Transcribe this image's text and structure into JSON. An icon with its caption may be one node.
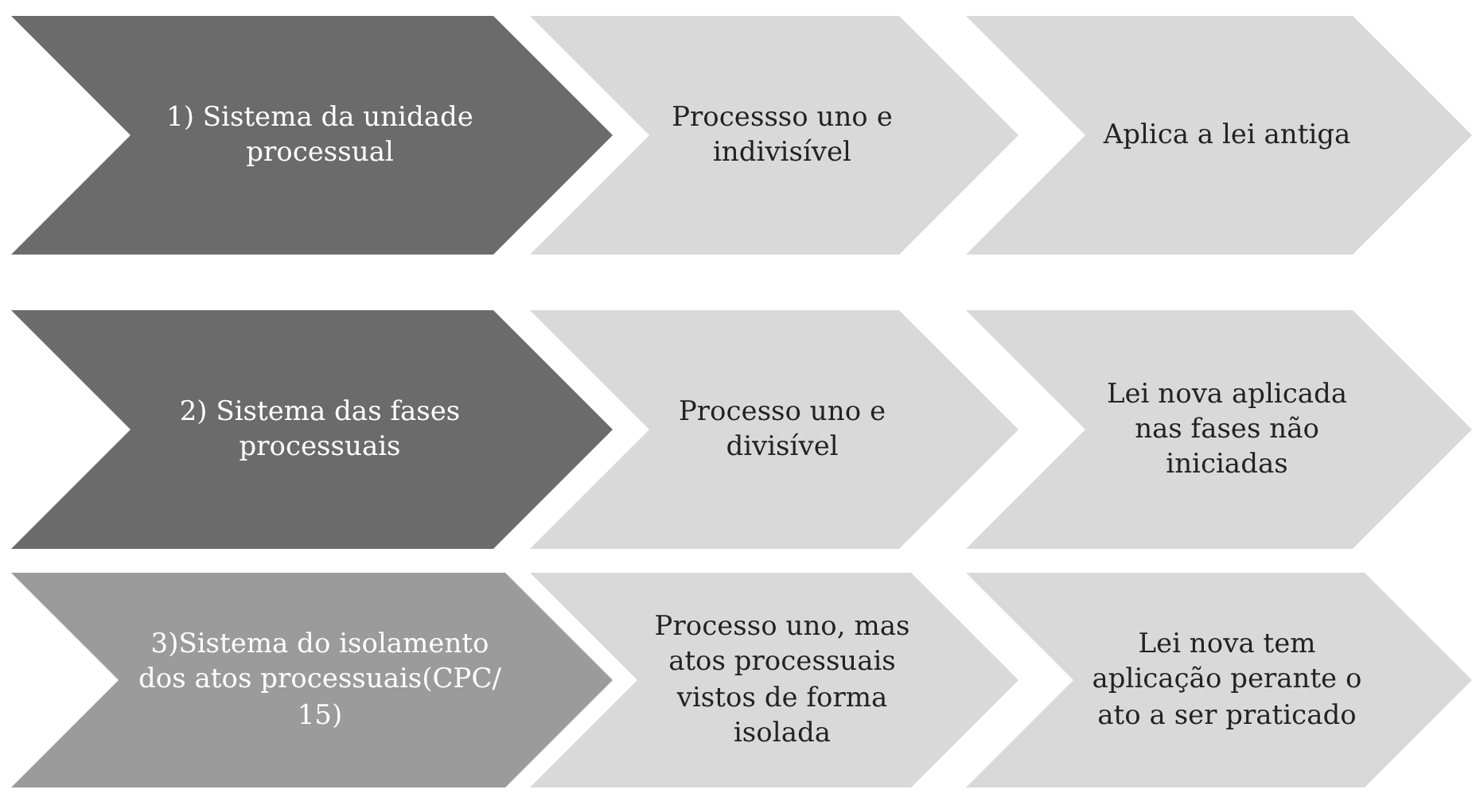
{
  "diagram": {
    "nodes": [
      {
        "text": [
          "1) Sistema da unidade processual"
        ]
      },
      {
        "text": [
          "Processso uno e indivisível"
        ]
      },
      {
        "text": [
          "Aplica a lei antiga"
        ]
      },
      {
        "text": [
          "2) Sistema das fases processuais"
        ]
      },
      {
        "text": [
          "Processo uno e divisível"
        ]
      },
      {
        "text": [
          "Lei nova aplicada nas fases não iniciadas"
        ]
      },
      {
        "text": [
          "3)Sistema do isolamento dos atos processuais(CPC/ 15)"
        ]
      },
      {
        "text": [
          "Processo uno, mas atos processuais vistos de forma isolada"
        ]
      },
      {
        "text": [
          "Lei nova tem aplicação perante o ato a ser praticado"
        ]
      }
    ]
  }
}
